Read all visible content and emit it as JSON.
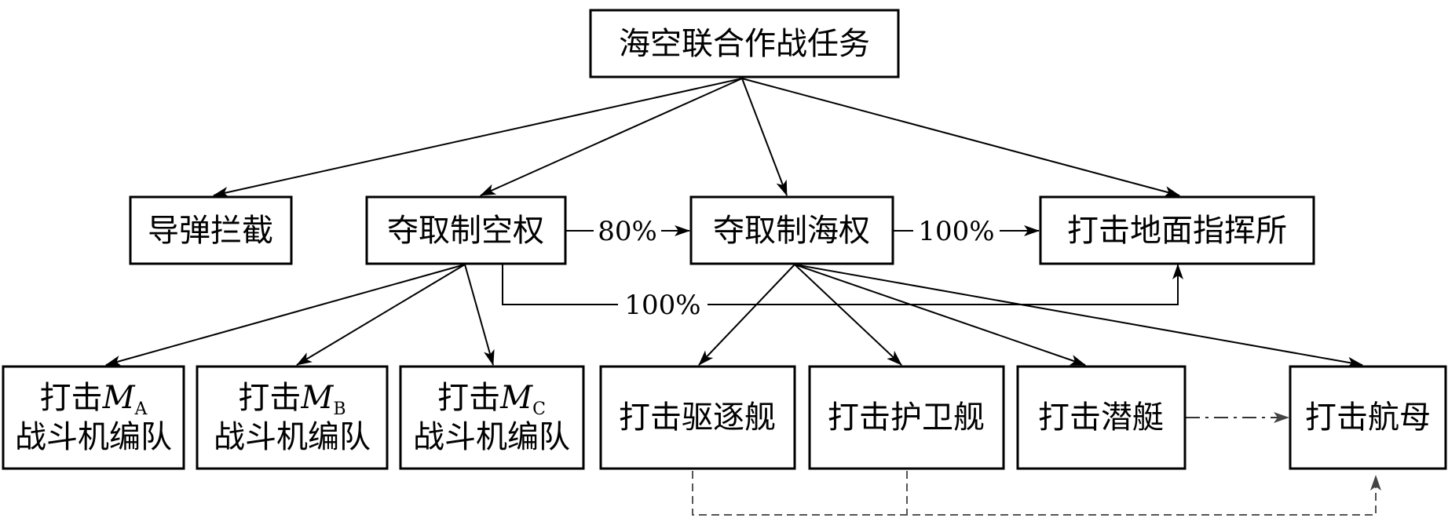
{
  "nodes": {
    "root": {
      "text": "海空联合作战任务"
    },
    "missile_intercept": {
      "text": "导弹拦截"
    },
    "air_superiority": {
      "text": "夺取制空权"
    },
    "sea_control": {
      "text": "夺取制海权"
    },
    "ground_command": {
      "text": "打击地面指挥所"
    },
    "fighter_a": {
      "line1_prefix": "打击",
      "line1_var": "M",
      "line1_sub": "A",
      "line2": "战斗机编队"
    },
    "fighter_b": {
      "line1_prefix": "打击",
      "line1_var": "M",
      "line1_sub": "B",
      "line2": "战斗机编队"
    },
    "fighter_c": {
      "line1_prefix": "打击",
      "line1_var": "M",
      "line1_sub": "C",
      "line2": "战斗机编队"
    },
    "destroyer": {
      "text": "打击驱逐舰"
    },
    "frigate": {
      "text": "打击护卫舰"
    },
    "submarine": {
      "text": "打击潜艇"
    },
    "carrier": {
      "text": "打击航母"
    }
  },
  "edge_labels": {
    "air_to_sea": "80%",
    "sea_to_ground": "100%",
    "air_to_ground": "100%"
  },
  "edges": [
    {
      "from": "root",
      "to": "missile_intercept",
      "style": "solid"
    },
    {
      "from": "root",
      "to": "air_superiority",
      "style": "solid"
    },
    {
      "from": "root",
      "to": "sea_control",
      "style": "solid"
    },
    {
      "from": "root",
      "to": "ground_command",
      "style": "solid"
    },
    {
      "from": "air_superiority",
      "to": "sea_control",
      "style": "solid",
      "label": "80%"
    },
    {
      "from": "sea_control",
      "to": "ground_command",
      "style": "solid",
      "label": "100%"
    },
    {
      "from": "air_superiority",
      "to": "ground_command",
      "style": "solid",
      "label": "100%"
    },
    {
      "from": "air_superiority",
      "to": "fighter_a",
      "style": "solid"
    },
    {
      "from": "air_superiority",
      "to": "fighter_b",
      "style": "solid"
    },
    {
      "from": "air_superiority",
      "to": "fighter_c",
      "style": "solid"
    },
    {
      "from": "sea_control",
      "to": "destroyer",
      "style": "solid"
    },
    {
      "from": "sea_control",
      "to": "frigate",
      "style": "solid"
    },
    {
      "from": "sea_control",
      "to": "submarine",
      "style": "solid"
    },
    {
      "from": "sea_control",
      "to": "carrier",
      "style": "solid"
    },
    {
      "from": "submarine",
      "to": "carrier",
      "style": "dash-dot"
    },
    {
      "from": "destroyer",
      "to": "carrier",
      "style": "dashed"
    },
    {
      "from": "frigate",
      "to": "carrier",
      "style": "dashed"
    }
  ],
  "colors": {
    "line": "#000000",
    "box_fill": "#ffffff",
    "dashed_line": "#555555"
  }
}
